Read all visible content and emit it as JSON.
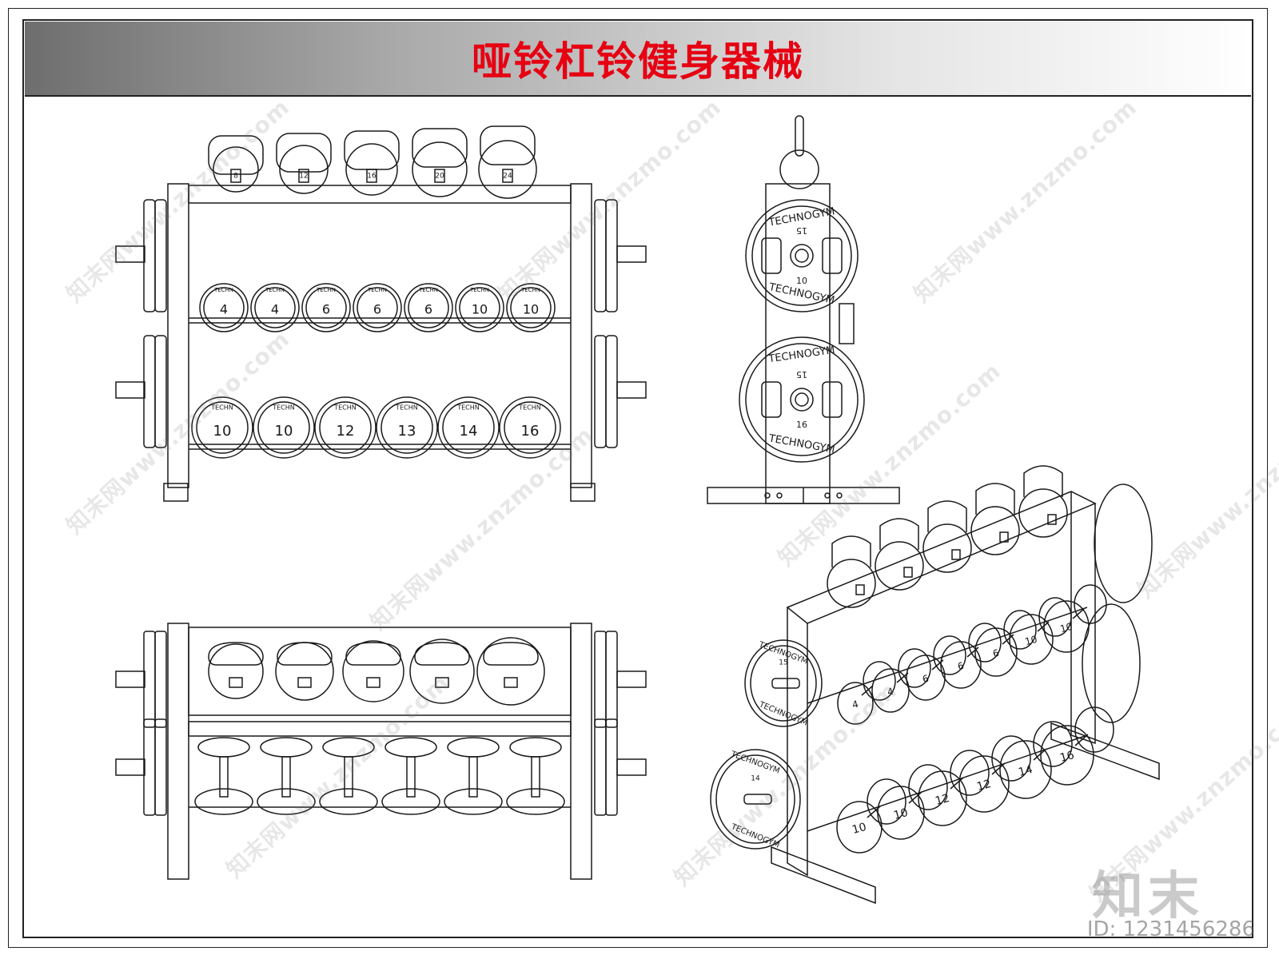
{
  "title": "哑铃杠铃健身器械",
  "title_color": "#e60012",
  "line_color": "#1a1a1a",
  "watermark_text": "知末网www.znzmo.com",
  "watermark_logo": "知末",
  "watermark_id": "ID: 1231456286",
  "brand_text": "TECHNOGYM",
  "front_view": {
    "upper_row": [
      "4",
      "4",
      "6",
      "6",
      "6",
      "10",
      "10"
    ],
    "lower_row": [
      "10",
      "10",
      "12",
      "13",
      "14",
      "16"
    ],
    "kettlebells": [
      "8",
      "12",
      "16",
      "20",
      "24"
    ]
  },
  "side_view": {
    "plate_top": {
      "outer_label": "15",
      "inner_label": "10"
    },
    "plate_bottom": {
      "outer_label": "15",
      "inner_label": "16"
    }
  },
  "iso_view": {
    "upper_row": [
      "4",
      "4",
      "6",
      "6",
      "6",
      "10",
      "10"
    ],
    "lower_row": [
      "10",
      "10",
      "12",
      "12",
      "14",
      "16"
    ],
    "plate_top": "15",
    "plate_bottom": "14"
  }
}
